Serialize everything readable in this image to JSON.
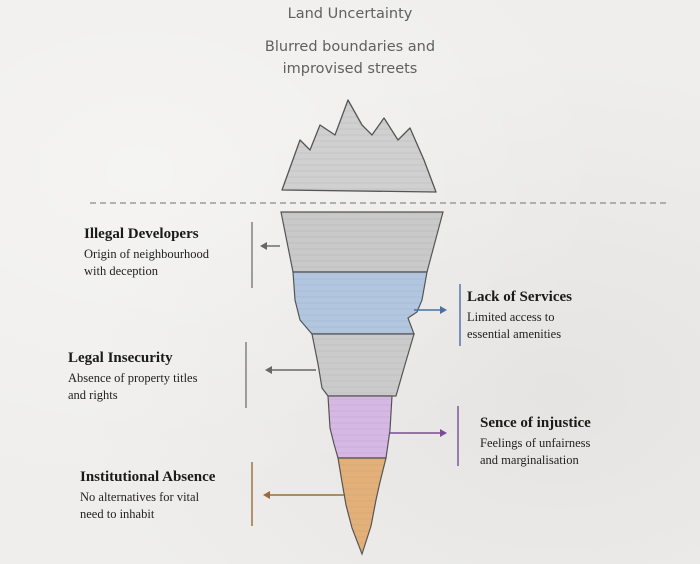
{
  "header": {
    "title": "Land Uncertainty",
    "subtitle_line1": "Blurred boundaries and",
    "subtitle_line2": "improvised streets"
  },
  "layers": [
    {
      "title": "Illegal Developers",
      "desc_line1": "Origin of neighbourhood",
      "desc_line2": "with deception",
      "color": "#c9c9c9"
    },
    {
      "title": "Lack of Services",
      "desc_line1": "Limited access to",
      "desc_line2": "essential amenities",
      "color": "#b3c6e0"
    },
    {
      "title": "Legal Insecurity",
      "desc_line1": "Absence of property titles",
      "desc_line2": "and rights",
      "color": "#cbcbcb"
    },
    {
      "title": "Sence of injustice",
      "desc_line1": "Feelings of unfairness",
      "desc_line2": "and marginalisation",
      "color": "#d6b8e4"
    },
    {
      "title": "Institutional Absence",
      "desc_line1": "No alternatives for vital",
      "desc_line2": "need to inhabit",
      "color": "#e3b07a"
    }
  ],
  "colors": {
    "tip": "#d0d0d0",
    "outline": "#555555",
    "waterline": "#8a8a8a",
    "arrow_gray": "#666666",
    "arrow_blue": "#4b6fa3",
    "arrow_purple": "#7a4c98",
    "arrow_orange": "#9a6a3c"
  }
}
